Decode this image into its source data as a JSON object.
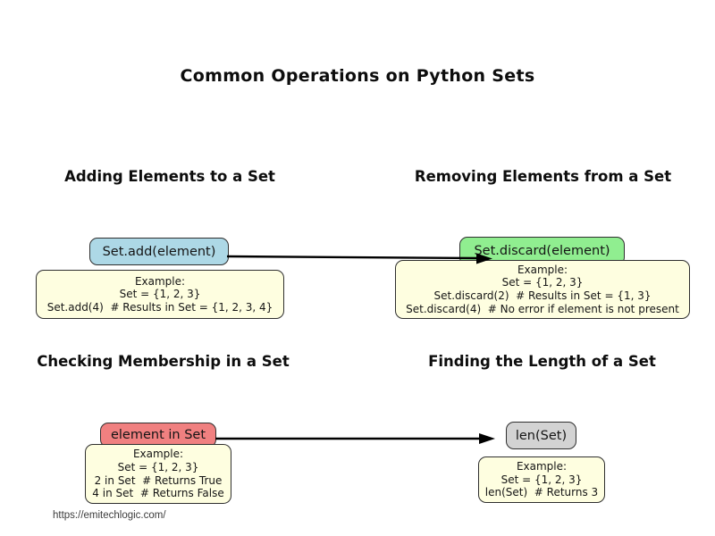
{
  "title": "Common Operations on Python Sets",
  "colors": {
    "add_pill": "#ADD8E6",
    "remove_pill": "#90EE90",
    "membership_pill": "#F08080",
    "length_pill": "#D3D3D3",
    "example_box": "#FEFEE0",
    "border": "#2F2F2F",
    "arrow": "#000000"
  },
  "sections": {
    "adding": {
      "heading": "Adding Elements to a Set",
      "operation": "Set.add(element)",
      "example": [
        "Example:",
        "Set = {1, 2, 3}",
        "Set.add(4)  # Results in Set = {1, 2, 3, 4}"
      ]
    },
    "removing": {
      "heading": "Removing Elements from a Set",
      "operation": "Set.discard(element)",
      "example": [
        "Example:",
        "Set = {1, 2, 3}",
        "Set.discard(2)  # Results in Set = {1, 3}",
        "Set.discard(4)  # No error if element is not present"
      ]
    },
    "membership": {
      "heading": "Checking Membership in a Set",
      "operation": "element in Set",
      "example": [
        "Example:",
        "Set = {1, 2, 3}",
        "2 in Set  # Returns True",
        "4 in Set  # Returns False"
      ]
    },
    "length": {
      "heading": "Finding the Length of a Set",
      "operation": "len(Set)",
      "example": [
        "Example:",
        "Set = {1, 2, 3}",
        "len(Set)  # Returns 3"
      ]
    }
  },
  "footer": {
    "url": "https://emitechlogic.com/"
  }
}
